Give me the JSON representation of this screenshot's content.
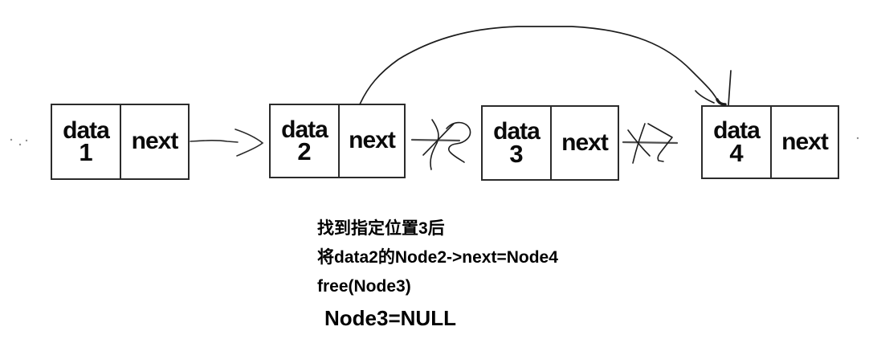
{
  "diagram": {
    "title_hint": "singly linked list delete node 3",
    "ink_color": "#1a1a1a",
    "gray_line_color": "#4f4f4f",
    "nodes": [
      {
        "data_label": "data",
        "number": "1",
        "next_label": "next"
      },
      {
        "data_label": "data",
        "number": "2",
        "next_label": "next"
      },
      {
        "data_label": "data",
        "number": "3",
        "next_label": "next"
      },
      {
        "data_label": "data",
        "number": "4",
        "next_label": "next"
      }
    ],
    "arrows": [
      {
        "name": "arrow-node1-to-node2",
        "style": "hand-drawn chevron arrow"
      },
      {
        "name": "bypass-arrow-node2-to-node4",
        "style": "large curved arrow over nodes"
      },
      {
        "name": "crossed-link-node2-to-node3",
        "style": "arrow crossed out with X"
      },
      {
        "name": "crossed-link-node3-to-node4",
        "style": "arrow crossed out with X"
      }
    ]
  },
  "annotation": {
    "lines": [
      "找到指定位置3后",
      "将data2的Node2->next=Node4",
      "free(Node3)",
      "Node3=NULL"
    ]
  }
}
